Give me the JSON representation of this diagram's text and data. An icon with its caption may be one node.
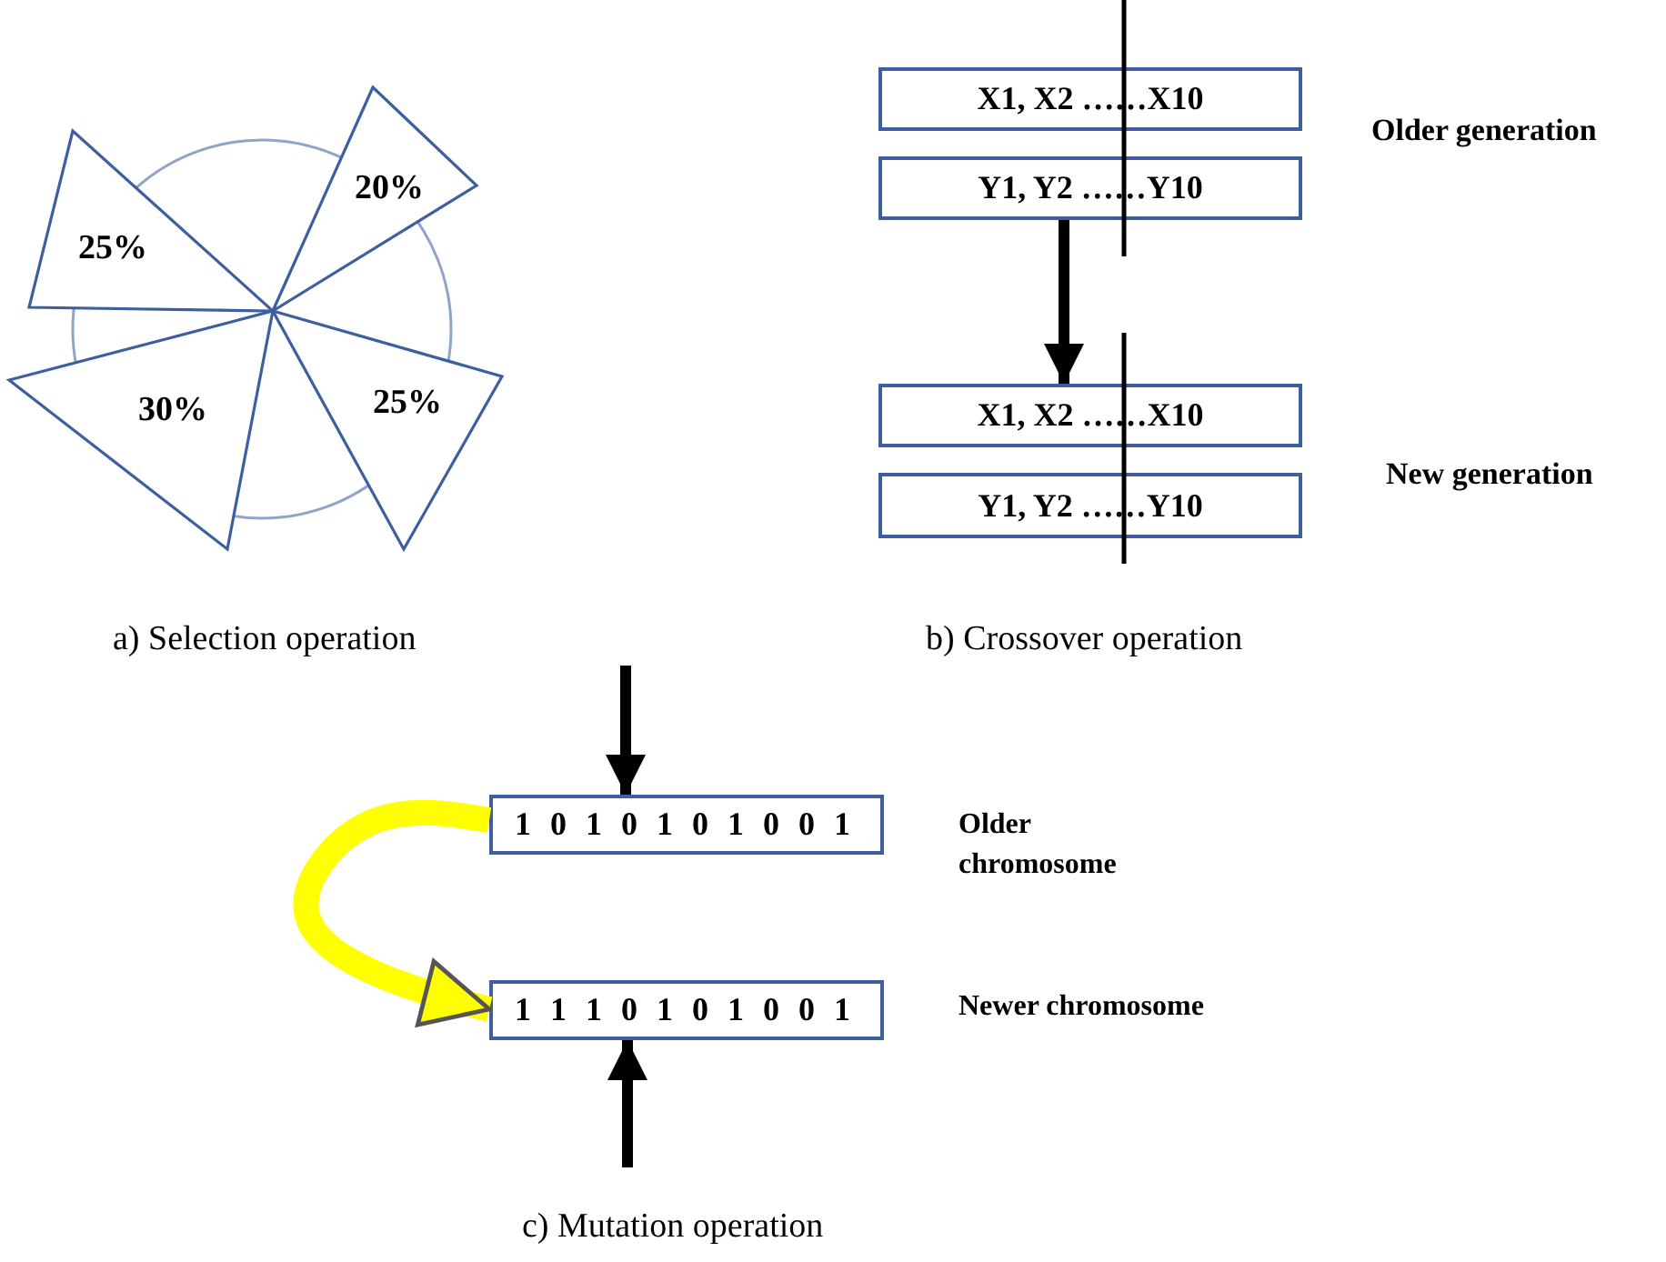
{
  "diagram": {
    "nodes": [
      {
        "text": [
          "25%"
        ]
      },
      {
        "text": [
          "20%"
        ]
      },
      {
        "text": [
          "30%"
        ]
      },
      {
        "text": [
          "25%"
        ]
      },
      {
        "text": [
          "X1, X2 ……X10"
        ]
      },
      {
        "text": [
          "Y1, Y2 ……Y10"
        ]
      },
      {
        "text": [
          "X1, X2 ……X10"
        ]
      },
      {
        "text": [
          "Y1, Y2 ……Y10"
        ]
      },
      {
        "text": [
          "1 0 1 0 1 0 1 0 0 1"
        ]
      },
      {
        "text": [
          "1 1 1 0 1 0 1 0 0 1"
        ]
      }
    ],
    "edges": [
      {
        "from": 5,
        "to": 6,
        "arrow": "to"
      },
      {
        "from": null,
        "to": 8,
        "arrow": "to"
      },
      {
        "from": null,
        "to": 9,
        "arrow": "to"
      },
      {
        "from": 8,
        "to": 9,
        "arrow": "to",
        "style": "thick",
        "color": "#ffff00"
      }
    ],
    "labels": [
      "Older generation",
      "New generation",
      "a) Selection operation",
      "b) Crossover operation",
      "Older chromosome",
      "Newer chromosome",
      "c) Mutation operation"
    ]
  }
}
